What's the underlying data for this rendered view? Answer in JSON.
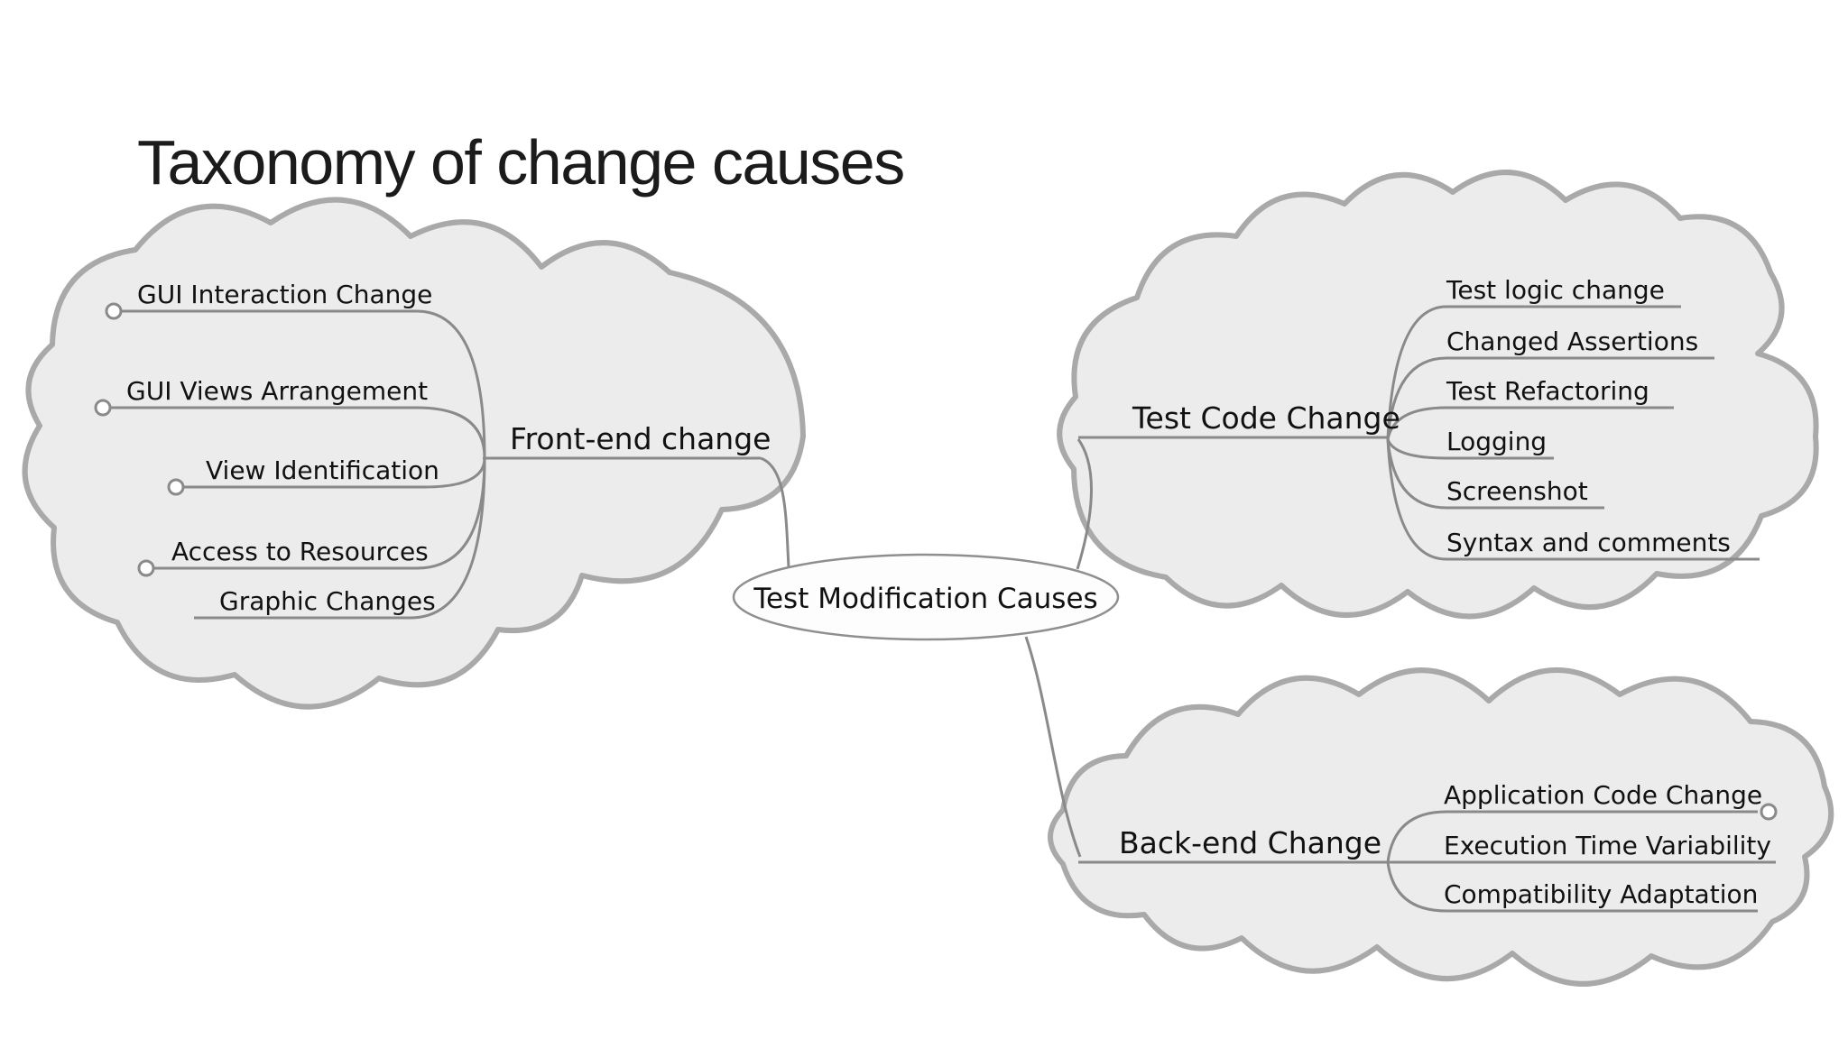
{
  "title": "Taxonomy of change causes",
  "colors": {
    "page_bg": "#ffffff",
    "cloud_fill": "#ececec",
    "cloud_border": "#a9a9a9",
    "edge": "#8a8a8a",
    "ellipse_fill": "#fdfdfd",
    "ellipse_border": "#8f8f8f",
    "text": "#111111",
    "title_text": "#1b1b1b"
  },
  "mindmap": {
    "root": {
      "label": "Test Modification Causes"
    },
    "branches": [
      {
        "label": "Front-end change",
        "children": [
          "GUI Interaction Change",
          "GUI Views Arrangement",
          "View Identification",
          "Access to Resources",
          "Graphic Changes"
        ]
      },
      {
        "label": "Test Code Change",
        "children": [
          "Test logic change",
          "Changed Assertions",
          "Test Refactoring",
          "Logging",
          "Screenshot",
          "Syntax and comments"
        ]
      },
      {
        "label": "Back-end Change",
        "children": [
          "Application Code Change",
          "Execution Time Variability",
          "Compatibility Adaptation"
        ]
      }
    ]
  }
}
